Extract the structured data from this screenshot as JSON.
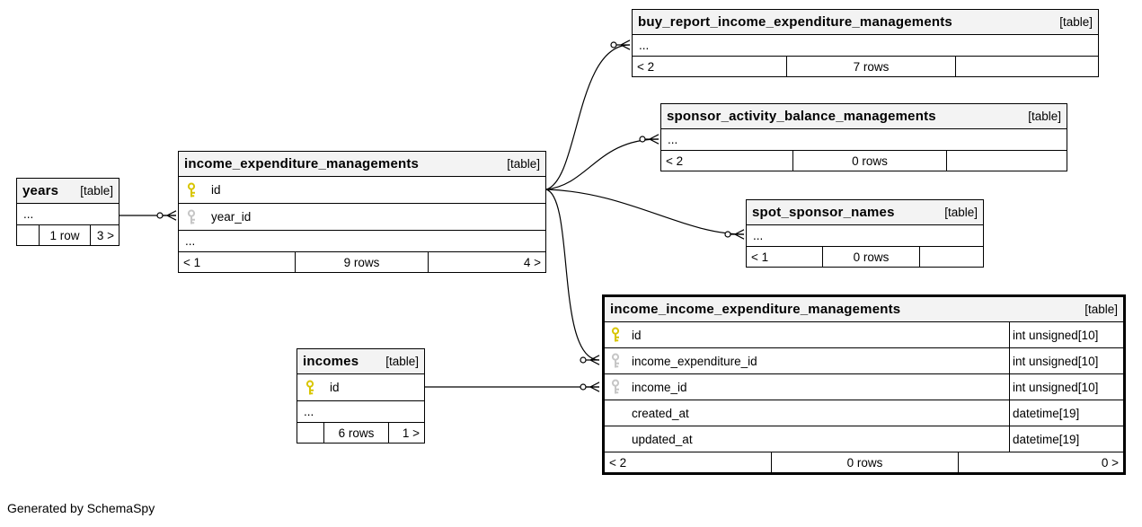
{
  "footer_note": "Generated by SchemaSpy",
  "colors": {
    "primary_key_icon": "#d8c500",
    "foreign_key_icon": "#c6c6c6",
    "table_header_bg": "#f3f3f3",
    "line": "#000000"
  },
  "tables": {
    "years": {
      "name": "years",
      "tag": "[table]",
      "ellipsis": "...",
      "footer": {
        "parents": "",
        "rows": "1 row",
        "children": "3 >"
      }
    },
    "iem": {
      "name": "income_expenditure_managements",
      "tag": "[table]",
      "columns": [
        {
          "name": "id",
          "key": "primary"
        },
        {
          "name": "year_id",
          "key": "foreign"
        }
      ],
      "ellipsis": "...",
      "footer": {
        "parents": "< 1",
        "rows": "9 rows",
        "children": "4 >"
      }
    },
    "buyReport": {
      "name": "buy_report_income_expenditure_managements",
      "tag": "[table]",
      "ellipsis": "...",
      "footer": {
        "parents": "< 2",
        "rows": "7 rows",
        "children": ""
      }
    },
    "sponsorActivity": {
      "name": "sponsor_activity_balance_managements",
      "tag": "[table]",
      "ellipsis": "...",
      "footer": {
        "parents": "< 2",
        "rows": "0 rows",
        "children": ""
      }
    },
    "spotSponsor": {
      "name": "spot_sponsor_names",
      "tag": "[table]",
      "ellipsis": "...",
      "footer": {
        "parents": "< 1",
        "rows": "0 rows",
        "children": ""
      }
    },
    "incomes": {
      "name": "incomes",
      "tag": "[table]",
      "columns": [
        {
          "name": "id",
          "key": "primary"
        }
      ],
      "ellipsis": "...",
      "footer": {
        "parents": "",
        "rows": "6 rows",
        "children": "1 >"
      }
    },
    "iiem": {
      "name": "income_income_expenditure_managements",
      "tag": "[table]",
      "columns": [
        {
          "name": "id",
          "key": "primary",
          "type": "int unsigned[10]"
        },
        {
          "name": "income_expenditure_id",
          "key": "foreign",
          "type": "int unsigned[10]"
        },
        {
          "name": "income_id",
          "key": "foreign",
          "type": "int unsigned[10]"
        },
        {
          "name": "created_at",
          "key": "none",
          "type": "datetime[19]"
        },
        {
          "name": "updated_at",
          "key": "none",
          "type": "datetime[19]"
        }
      ],
      "footer": {
        "parents": "< 2",
        "rows": "0 rows",
        "children": "0 >"
      }
    }
  },
  "relationships": [
    {
      "parent": "years.id",
      "child": "income_expenditure_managements.year_id"
    },
    {
      "parent": "income_expenditure_managements.id",
      "child": "buy_report_income_expenditure_managements"
    },
    {
      "parent": "income_expenditure_managements.id",
      "child": "sponsor_activity_balance_managements"
    },
    {
      "parent": "income_expenditure_managements.id",
      "child": "spot_sponsor_names"
    },
    {
      "parent": "income_expenditure_managements.id",
      "child": "income_income_expenditure_managements.income_expenditure_id"
    },
    {
      "parent": "incomes.id",
      "child": "income_income_expenditure_managements.income_id"
    }
  ]
}
